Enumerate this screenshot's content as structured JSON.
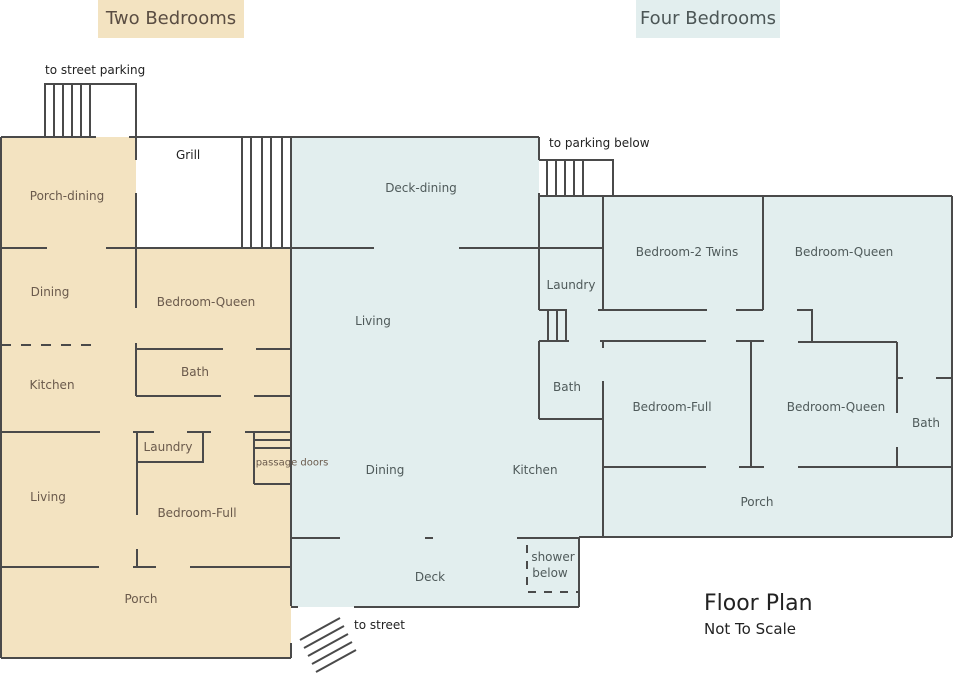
{
  "headers": {
    "two_bedrooms": "Two Bedrooms",
    "four_bedrooms": "Four Bedrooms"
  },
  "colors": {
    "two_bedroom_fill": "#f3e3c1",
    "four_bedroom_fill": "#e2eeee",
    "wall": "#4a4a4a"
  },
  "annotations": {
    "to_street_parking": "to street parking",
    "to_parking_below": "to parking below",
    "to_street": "to street",
    "passage_doors": "passage doors",
    "shower_line1": "shower",
    "shower_line2": "below",
    "grill": "Grill"
  },
  "two_bedroom_rooms": {
    "porch_dining": "Porch-dining",
    "dining": "Dining",
    "kitchen": "Kitchen",
    "living": "Living",
    "bedroom_queen": "Bedroom-Queen",
    "bath": "Bath",
    "laundry": "Laundry",
    "bedroom_full": "Bedroom-Full",
    "porch": "Porch"
  },
  "four_bedroom_rooms": {
    "deck_dining": "Deck-dining",
    "living": "Living",
    "dining": "Dining",
    "kitchen": "Kitchen",
    "deck": "Deck",
    "laundry": "Laundry",
    "bath_left": "Bath",
    "bedroom_2_twins": "Bedroom-2 Twins",
    "bedroom_queen_top": "Bedroom-Queen",
    "bedroom_full": "Bedroom-Full",
    "bedroom_queen_mid": "Bedroom-Queen",
    "bath_right": "Bath",
    "porch": "Porch"
  },
  "legend": {
    "title": "Floor Plan",
    "subtitle": "Not To Scale"
  }
}
